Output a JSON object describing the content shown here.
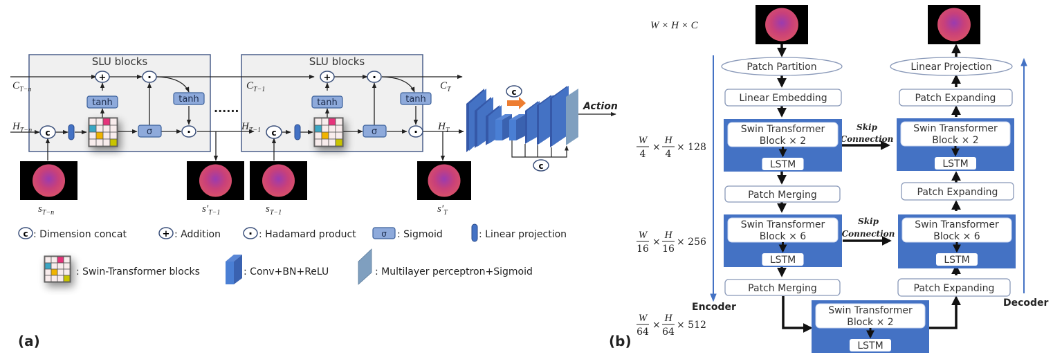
{
  "panel_a": {
    "label": "(a)",
    "slu_block_title": "SLU blocks",
    "cell_state_in": "C",
    "cell_state_in_sub": "T−n",
    "cell_state_mid": "C",
    "cell_state_mid_sub": "T−1",
    "cell_state_out": "C",
    "cell_state_out_sub": "T",
    "hidden_in": "H",
    "hidden_in_sub": "T−n",
    "hidden_mid": "H",
    "hidden_mid_sub": "T−1",
    "hidden_out": "H",
    "hidden_out_sub": "T",
    "tanh_label": "tanh",
    "sigma_label": "σ",
    "concat_symbol": "c",
    "addition_symbol": "+",
    "hadamard_symbol": "·",
    "ellipsis": "......",
    "action_label": "Action",
    "state_labels": [
      {
        "base": "s",
        "sub": "T−n"
      },
      {
        "base": "s′",
        "sub": "T−1"
      },
      {
        "base": "s",
        "sub": "T−1"
      },
      {
        "base": "s′",
        "sub": "T"
      }
    ],
    "legend": [
      {
        "icon": "concat-icon",
        "text": ": Dimension concat"
      },
      {
        "icon": "addition-icon",
        "text": ": Addition"
      },
      {
        "icon": "hadamard-icon",
        "text": ": Hadamard product"
      },
      {
        "icon": "sigmoid-icon",
        "text": ": Sigmoid"
      },
      {
        "icon": "linear-projection-icon",
        "text": ": Linear projection"
      },
      {
        "icon": "swin-grid-icon",
        "text": ": Swin-Transformer blocks"
      },
      {
        "icon": "conv-block-icon",
        "text": ": Conv+BN+ReLU"
      },
      {
        "icon": "mlp-plane-icon",
        "text": ": Multilayer perceptron+Sigmoid"
      }
    ]
  },
  "panel_b": {
    "label": "(b)",
    "input_dim": "W × H × C",
    "dims": [
      {
        "w": "W",
        "wd": "4",
        "h": "H",
        "hd": "4",
        "c": "128"
      },
      {
        "w": "W",
        "wd": "16",
        "h": "H",
        "hd": "16",
        "c": "256"
      },
      {
        "w": "W",
        "wd": "64",
        "h": "H",
        "hd": "64",
        "c": "512"
      }
    ],
    "encoder_label": "Encoder",
    "decoder_label": "Decoder",
    "patch_partition": "Patch Partition",
    "linear_embedding": "Linear Embedding",
    "linear_projection": "Linear Projection",
    "patch_merging": "Patch Merging",
    "patch_expanding": "Patch Expanding",
    "swin_line1": "Swin Transformer",
    "block_x2": "Block × 2",
    "block_x6": "Block × 6",
    "lstm": "LSTM",
    "skip_line1": "Skip",
    "skip_line2": "Connection"
  },
  "colors": {
    "block_blue": "#4472c4",
    "light_blue_box": "#8eaadb",
    "slu_bg": "#f0f0f0",
    "slu_border": "#4a5f8a",
    "orange_arrow": "#ed7d31",
    "mlp_plane": "#7f9fbf",
    "axis_blue": "#4472c4",
    "grid_pink": "#e6307a",
    "grid_cyan": "#3aa6c4",
    "grid_yellow": "#f0b400",
    "grid_olive": "#c9c400"
  }
}
